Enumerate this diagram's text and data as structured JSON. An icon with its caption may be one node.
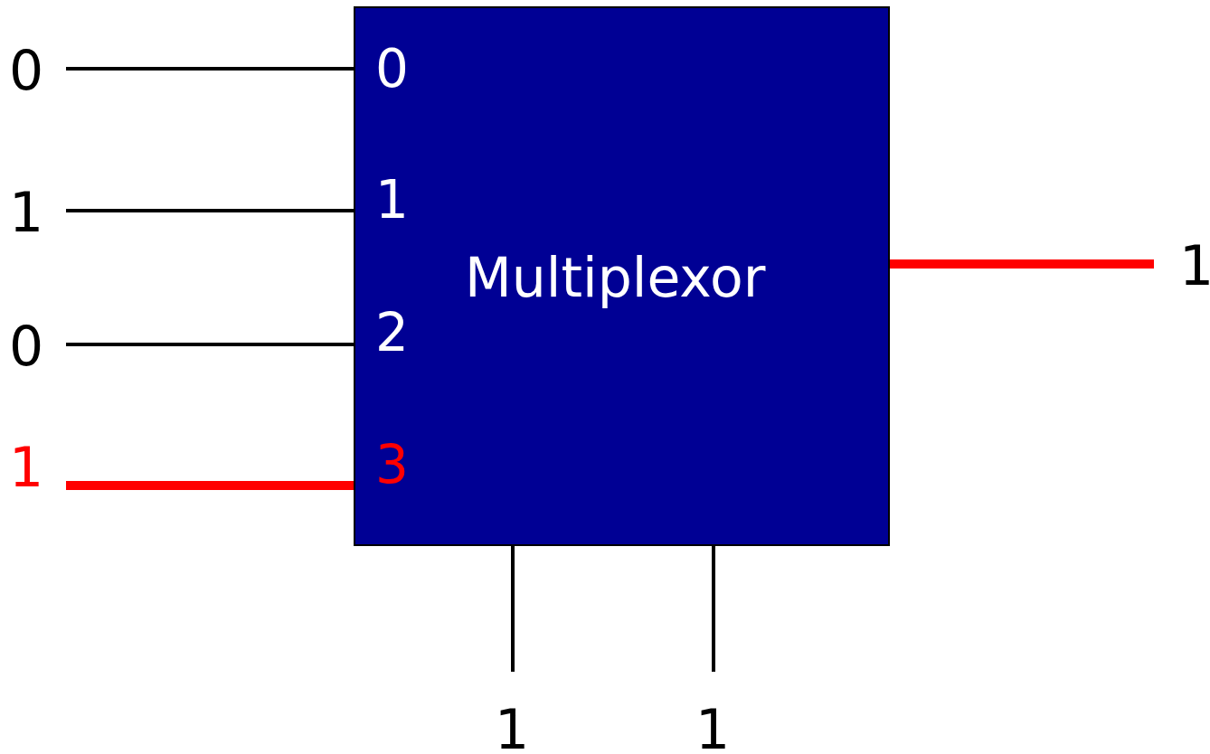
{
  "diagram": {
    "nodes": [
      {
        "text": [
          "Multiplexor"
        ]
      },
      {
        "text": [
          "0"
        ]
      },
      {
        "text": [
          "1"
        ]
      },
      {
        "text": [
          "0"
        ]
      },
      {
        "text": [
          "1"
        ]
      },
      {
        "text": [
          "1"
        ]
      },
      {
        "text": [
          "1"
        ]
      },
      {
        "text": [
          "1"
        ]
      }
    ],
    "edges": [
      {
        "from": 1,
        "to": 0,
        "arrow": "none"
      },
      {
        "from": 2,
        "to": 0,
        "arrow": "none"
      },
      {
        "from": 3,
        "to": 0,
        "arrow": "none"
      },
      {
        "from": 4,
        "to": 0,
        "arrow": "none",
        "style": "thick",
        "color": "#ff0000"
      },
      {
        "from": 0,
        "to": 5,
        "arrow": "none",
        "style": "thick",
        "color": "#ff0000"
      },
      {
        "from": 6,
        "to": 0,
        "arrow": "none"
      },
      {
        "from": 7,
        "to": 0,
        "arrow": "none"
      }
    ],
    "labels": [
      "0",
      "1",
      "2",
      "3"
    ]
  }
}
